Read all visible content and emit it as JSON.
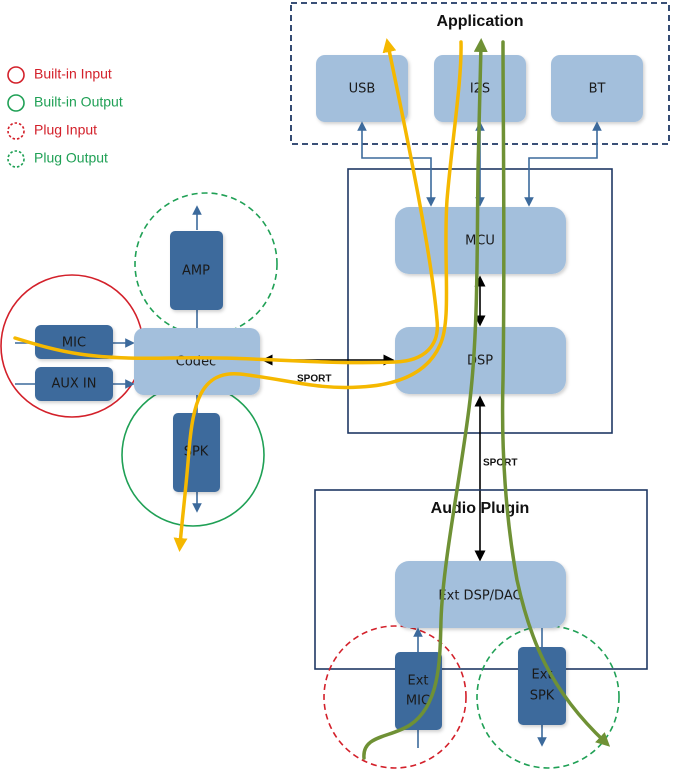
{
  "legend": [
    {
      "label": "Built-in Input",
      "color": "#d3202a",
      "style": "solid"
    },
    {
      "label": "Built-in Output",
      "color": "#1fa055",
      "style": "solid"
    },
    {
      "label": "Plug Input",
      "color": "#d3202a",
      "style": "dashed"
    },
    {
      "label": "Plug Output",
      "color": "#1fa055",
      "style": "dashed"
    }
  ],
  "application": {
    "title": "Application",
    "blocks": [
      "USB",
      "I2S",
      "BT"
    ]
  },
  "core": {
    "mcu": "MCU",
    "dsp": "DSP"
  },
  "codec_section": {
    "codec": "Codec",
    "amp": "AMP",
    "spk": "SPK",
    "mic": "MIC",
    "aux_in": "AUX IN"
  },
  "links": {
    "sport_codec_dsp": "SPORT",
    "sport_dsp_plugin": "SPORT"
  },
  "audio_plugin": {
    "title": "Audio Plugin",
    "ext_dsp": "Ext DSP/DAC",
    "ext_mic_line1": "Ext",
    "ext_mic_line2": "MIC",
    "ext_spk_line1": "Ext",
    "ext_spk_line2": "SPK"
  },
  "colors": {
    "builtin_input": "#d3202a",
    "builtin_output": "#1fa055",
    "path_builtin": "#f5b800",
    "path_plugin": "#6f9135",
    "block_light": "#a3bfdc",
    "block_dark": "#3c6a9c",
    "frame": "#1f3864"
  }
}
